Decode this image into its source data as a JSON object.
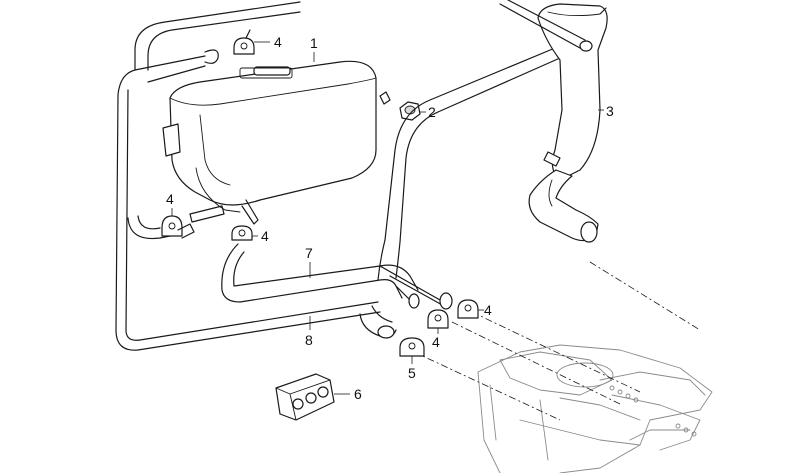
{
  "callouts": {
    "c1": "1",
    "c2": "2",
    "c3": "3",
    "c4a": "4",
    "c4b": "4",
    "c4c": "4",
    "c4d": "4",
    "c4e": "4",
    "c5": "5",
    "c6": "6",
    "c7": "7",
    "c8": "8"
  },
  "colors": {
    "line": "#1a1a1a",
    "ghost": "#8a8a8a",
    "background": "#ffffff"
  }
}
